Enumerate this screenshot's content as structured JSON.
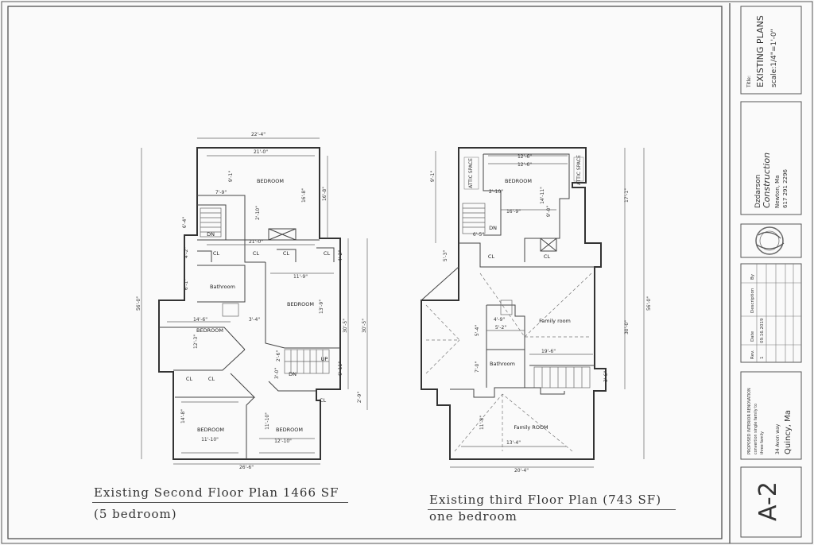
{
  "sheet": {
    "second_floor": {
      "title": "Existing Second Floor Plan 1466 SF",
      "subtitle": "(5 bedroom)",
      "rooms": {
        "bedroom_top": "BEDROOM",
        "bedroom_right": "BEDROOM",
        "bedroom_left": "BEDROOM",
        "bedroom_bl": "BEDROOM",
        "bedroom_br": "BEDROOM",
        "bathroom": "Bathroom"
      },
      "labels": {
        "cl1": "CL",
        "cl2": "CL",
        "cl3": "CL",
        "cl4": "CL",
        "cl5": "CL",
        "cl6": "CL",
        "cl7": "CL",
        "dn": "DN",
        "up": "UP",
        "dn2": "DN"
      },
      "dims": {
        "d_top": "22'-4\"",
        "d_21a": "21'-0\"",
        "d_21b": "21'-0\"",
        "d_bottom": "26'-6\"",
        "d_left": "56'-0\"",
        "d_right1": "30'-5\"",
        "d_right2": "30'-5\"",
        "d_79": "7'-9\"",
        "d_91": "9'-1\"",
        "d_168": "16'-8\"",
        "d_168b": "16'-8\"",
        "d_210": "2'-10\"",
        "d_64": "6'-4\"",
        "d_42": "4'-2\"",
        "d_42b": "4'-2\"",
        "d_61": "6'-1\"",
        "d_119": "11'-9\"",
        "d_139": "13'-9\"",
        "d_146": "14'-6\"",
        "d_123": "12'-3\"",
        "d_34": "3'-4\"",
        "d_611": "6'-11\"",
        "d_30": "3'-0\"",
        "d_29": "2'-9\"",
        "d_148": "14'-8\"",
        "d_1110": "11'-10\"",
        "d_1110b": "11'-10\"",
        "d_1210": "12'-10\"",
        "d_26": "2'-6\""
      }
    },
    "third_floor": {
      "title": "Existing third Floor Plan (743 SF)",
      "subtitle": "one bedroom",
      "rooms": {
        "bedroom": "BEDROOM",
        "family1": "Family room",
        "family2": "Family ROOM",
        "bathroom": "Bathroom"
      },
      "labels": {
        "cl1": "CL",
        "cl2": "CL",
        "dn": "DN",
        "attic1": "ATTIC SPACE",
        "attic2": "ATTIC SPACE"
      },
      "dims": {
        "d_126a": "12'-6\"",
        "d_126b": "12'-6\"",
        "d_91": "9'-1\"",
        "d_210": "2'-10\"",
        "d_1411": "14'-11\"",
        "d_169": "16'-9\"",
        "d_90": "9'-0\"",
        "d_171": "17'-1\"",
        "d_65": "6'-5\"",
        "d_53": "5'-3\"",
        "d_560": "56'-0\"",
        "d_300": "30'-0\"",
        "d_49": "4'-9\"",
        "d_52": "5'-2\"",
        "d_54": "5'-4\"",
        "d_196": "19'-6\"",
        "d_70": "7'-0\"",
        "d_36": "3'-6\"",
        "d_118": "11'-8\"",
        "d_134": "13'-4\"",
        "d_204": "20'-4\""
      }
    }
  },
  "title_block": {
    "title_label": "Title:",
    "title_value": "EXISTING PLANS",
    "scale": "scale:1/4\"=1'-0\"",
    "company_name": "Dzdarson",
    "company_sub": "Construction",
    "company_city": "Newton, Ma",
    "company_phone": "617 291 2296",
    "rev_headers": [
      "Rev.",
      "Date",
      "Description",
      "By"
    ],
    "rev_row": [
      "1",
      "09.16.2019",
      "",
      ""
    ],
    "project_desc_1": "PROPOSED INTERIOR RENOVATION",
    "project_desc_2": "convertion single family to",
    "project_desc_3": "three family",
    "address_1": "34 Avon way",
    "address_2": "Quincy, Ma",
    "sheet_number": "A-2"
  }
}
